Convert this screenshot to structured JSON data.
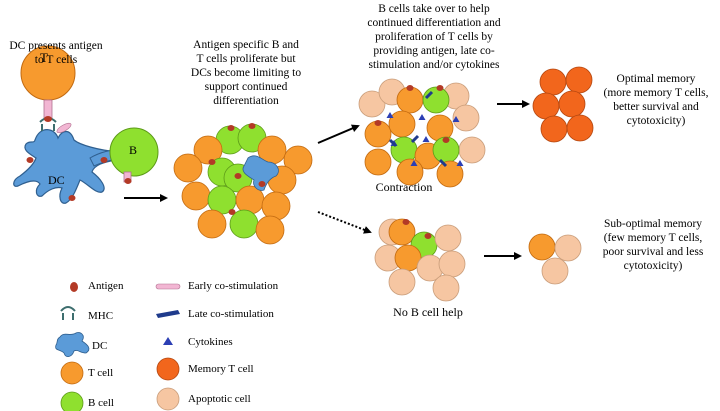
{
  "colors": {
    "t_cell": "#f79a2e",
    "b_cell": "#8fe02f",
    "memory_t_cell": "#f2661c",
    "apoptotic_cell": "#f6c6a2",
    "dc": "#5b9bd8",
    "antigen": "#b33a26",
    "early_costim": "#f2b6d3",
    "late_costim": "#1f3b8c",
    "cytokine": "#2c3fb4",
    "arrow": "#000000"
  },
  "labels": {
    "step1": [
      "DC presents antigen",
      "to T cells"
    ],
    "t_letter": "T",
    "b_letter": "B",
    "dc_letter": "DC",
    "step2": [
      "Antigen specific B and",
      "T cells proliferate but",
      "DCs become limiting to",
      "support continued",
      "differentiation"
    ],
    "step3": [
      "B cells take over to help",
      "continued differentiation and",
      "proliferation of T cells by",
      "providing antigen, late co-",
      "stimulation and/or cytokines"
    ],
    "contraction": "Contraction",
    "optimal": [
      "Optimal memory",
      "(more memory T cells,",
      "better survival and",
      "cytotoxicity)"
    ],
    "no_b_help": "No B cell help",
    "suboptimal": [
      "Sub-optimal memory",
      "(few memory T cells,",
      "poor survival and less",
      "cytotoxicity)"
    ]
  },
  "legend": {
    "antigen": "Antigen",
    "mhc": "MHC",
    "dc": "DC",
    "t_cell": "T cell",
    "b_cell": "B cell",
    "early_costim": "Early co-stimulation",
    "late_costim": "Late co-stimulation",
    "cytokines": "Cytokines",
    "memory_t_cell": "Memory T cell",
    "apoptotic_cell": "Apoptotic cell"
  }
}
